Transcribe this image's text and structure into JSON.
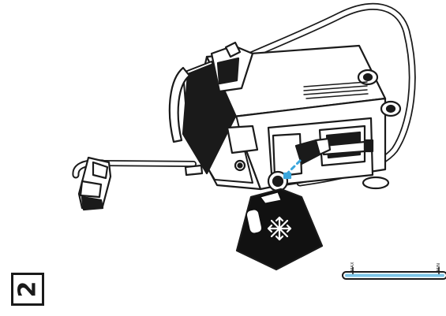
{
  "step": {
    "number": "2"
  },
  "level_gauge": {
    "max_label": "MAX",
    "min_label": "MIN",
    "fill_color": "#7cc6e8",
    "fill_fraction": 1.0
  },
  "icons": {
    "coolant_canister": "snowflake-icon",
    "funnel": "funnel-icon",
    "welder": "welding-machine"
  },
  "colors": {
    "line": "#1a1a1a",
    "accent_blue": "#3aa6dc",
    "canister": "#111111"
  }
}
